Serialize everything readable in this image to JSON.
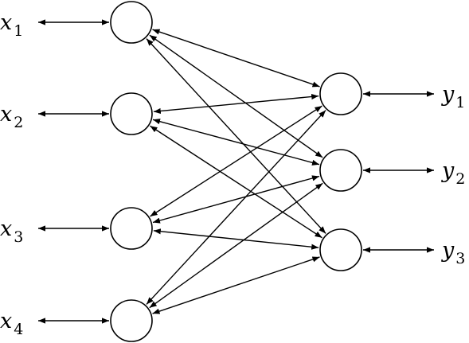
{
  "diagram": {
    "inputs": [
      {
        "var": "x",
        "sub": "1"
      },
      {
        "var": "x",
        "sub": "2"
      },
      {
        "var": "x",
        "sub": "3"
      },
      {
        "var": "x",
        "sub": "4"
      }
    ],
    "outputs": [
      {
        "var": "y",
        "sub": "1"
      },
      {
        "var": "y",
        "sub": "2"
      },
      {
        "var": "y",
        "sub": "3"
      }
    ],
    "connections": [
      {
        "from": "left-1",
        "to": "right-1"
      },
      {
        "from": "left-1",
        "to": "right-2"
      },
      {
        "from": "left-1",
        "to": "right-3"
      },
      {
        "from": "left-2",
        "to": "right-1"
      },
      {
        "from": "left-2",
        "to": "right-2"
      },
      {
        "from": "left-2",
        "to": "right-3"
      },
      {
        "from": "left-3",
        "to": "right-1"
      },
      {
        "from": "left-3",
        "to": "right-2"
      },
      {
        "from": "left-3",
        "to": "right-3"
      },
      {
        "from": "left-4",
        "to": "right-1"
      },
      {
        "from": "left-4",
        "to": "right-2"
      },
      {
        "from": "left-4",
        "to": "right-3"
      }
    ],
    "edge_style": "bidirectional-arrow"
  }
}
